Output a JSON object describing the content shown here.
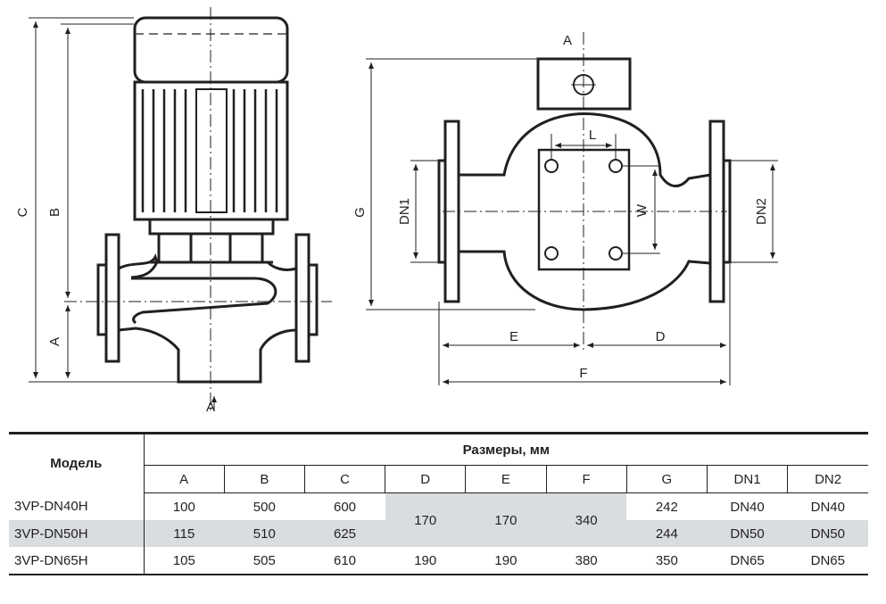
{
  "drawing": {
    "labels": {
      "side_A": "A",
      "side_A_arrow": "A",
      "side_B": "B",
      "side_C": "C",
      "top_A": "A",
      "L": "L",
      "W": "W",
      "G": "G",
      "DN1": "DN1",
      "DN2": "DN2",
      "E": "E",
      "D": "D",
      "F": "F"
    }
  },
  "table": {
    "model_header": "Модель",
    "group_header": "Размеры, мм",
    "columns": [
      "A",
      "B",
      "C",
      "D",
      "E",
      "F",
      "G",
      "DN1",
      "DN2"
    ],
    "rows": [
      {
        "model": "3VP-DN40H",
        "A": "100",
        "B": "500",
        "C": "600",
        "G": "242",
        "DN1": "DN40",
        "DN2": "DN40"
      },
      {
        "model": "3VP-DN50H",
        "A": "115",
        "B": "510",
        "C": "625",
        "G": "244",
        "DN1": "DN50",
        "DN2": "DN50"
      },
      {
        "model": "3VP-DN65H",
        "A": "105",
        "B": "505",
        "C": "610",
        "D": "190",
        "E": "190",
        "F": "380",
        "G": "350",
        "DN1": "DN65",
        "DN2": "DN65"
      }
    ],
    "merged_D": "170",
    "merged_E": "170",
    "merged_F": "340"
  }
}
